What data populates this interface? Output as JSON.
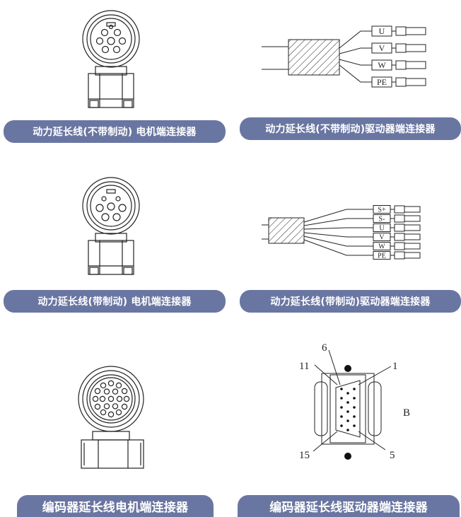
{
  "labels": {
    "power_nobrake_motor": "动力延长线(不带制动) 电机端连接器",
    "power_nobrake_driver": "动力延长线(不带制动)驱动器端连接器",
    "power_brake_motor": "动力延长线(带制动) 电机端连接器",
    "power_brake_driver": "动力延长线(带制动)驱动器端连接器",
    "encoder_motor": "编码器延长线电机端连接器",
    "encoder_driver": "编码器延长线驱动器端连接器"
  },
  "wires_nobrake": [
    "U",
    "V",
    "W",
    "PE"
  ],
  "wires_brake": [
    "S+",
    "S-",
    "U",
    "V",
    "W",
    "PE"
  ],
  "dsub": {
    "pins": [
      "6",
      "11",
      "1",
      "15",
      "5"
    ],
    "side_label": "B"
  },
  "colors": {
    "label_bg": "#6a76a2",
    "label_text": "#ffffff",
    "line": "#222222"
  }
}
